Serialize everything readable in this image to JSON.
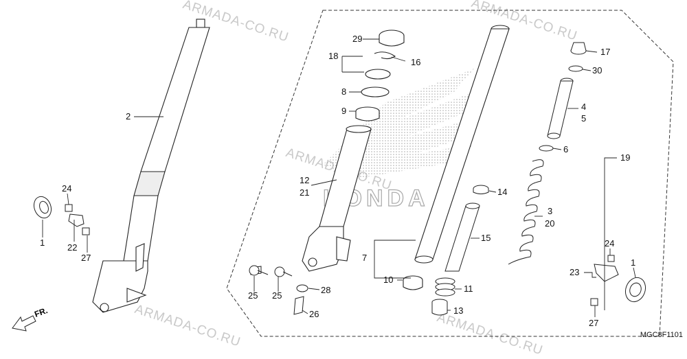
{
  "diagram_code": "MGC8F1101",
  "front_label": "FR.",
  "watermark": "ARMADA-CO.RU",
  "brand": "HONDA",
  "callouts": [
    {
      "id": "c2",
      "text": "2"
    },
    {
      "id": "c24l",
      "text": "24"
    },
    {
      "id": "c1l",
      "text": "1"
    },
    {
      "id": "c22",
      "text": "22"
    },
    {
      "id": "c27l",
      "text": "27"
    },
    {
      "id": "c29",
      "text": "29"
    },
    {
      "id": "c18",
      "text": "18"
    },
    {
      "id": "c16",
      "text": "16"
    },
    {
      "id": "c8",
      "text": "8"
    },
    {
      "id": "c9",
      "text": "9"
    },
    {
      "id": "c12",
      "text": "12"
    },
    {
      "id": "c21",
      "text": "21"
    },
    {
      "id": "c7",
      "text": "7"
    },
    {
      "id": "c10",
      "text": "10"
    },
    {
      "id": "c25a",
      "text": "25"
    },
    {
      "id": "c25b",
      "text": "25"
    },
    {
      "id": "c28",
      "text": "28"
    },
    {
      "id": "c26",
      "text": "26"
    },
    {
      "id": "c14",
      "text": "14"
    },
    {
      "id": "c15",
      "text": "15"
    },
    {
      "id": "c11",
      "text": "11"
    },
    {
      "id": "c13",
      "text": "13"
    },
    {
      "id": "c17",
      "text": "17"
    },
    {
      "id": "c30",
      "text": "30"
    },
    {
      "id": "c4",
      "text": "4"
    },
    {
      "id": "c5",
      "text": "5"
    },
    {
      "id": "c6",
      "text": "6"
    },
    {
      "id": "c19",
      "text": "19"
    },
    {
      "id": "c3",
      "text": "3"
    },
    {
      "id": "c20",
      "text": "20"
    },
    {
      "id": "c24r",
      "text": "24"
    },
    {
      "id": "c1r",
      "text": "1"
    },
    {
      "id": "c23",
      "text": "23"
    },
    {
      "id": "c27r",
      "text": "27"
    }
  ]
}
